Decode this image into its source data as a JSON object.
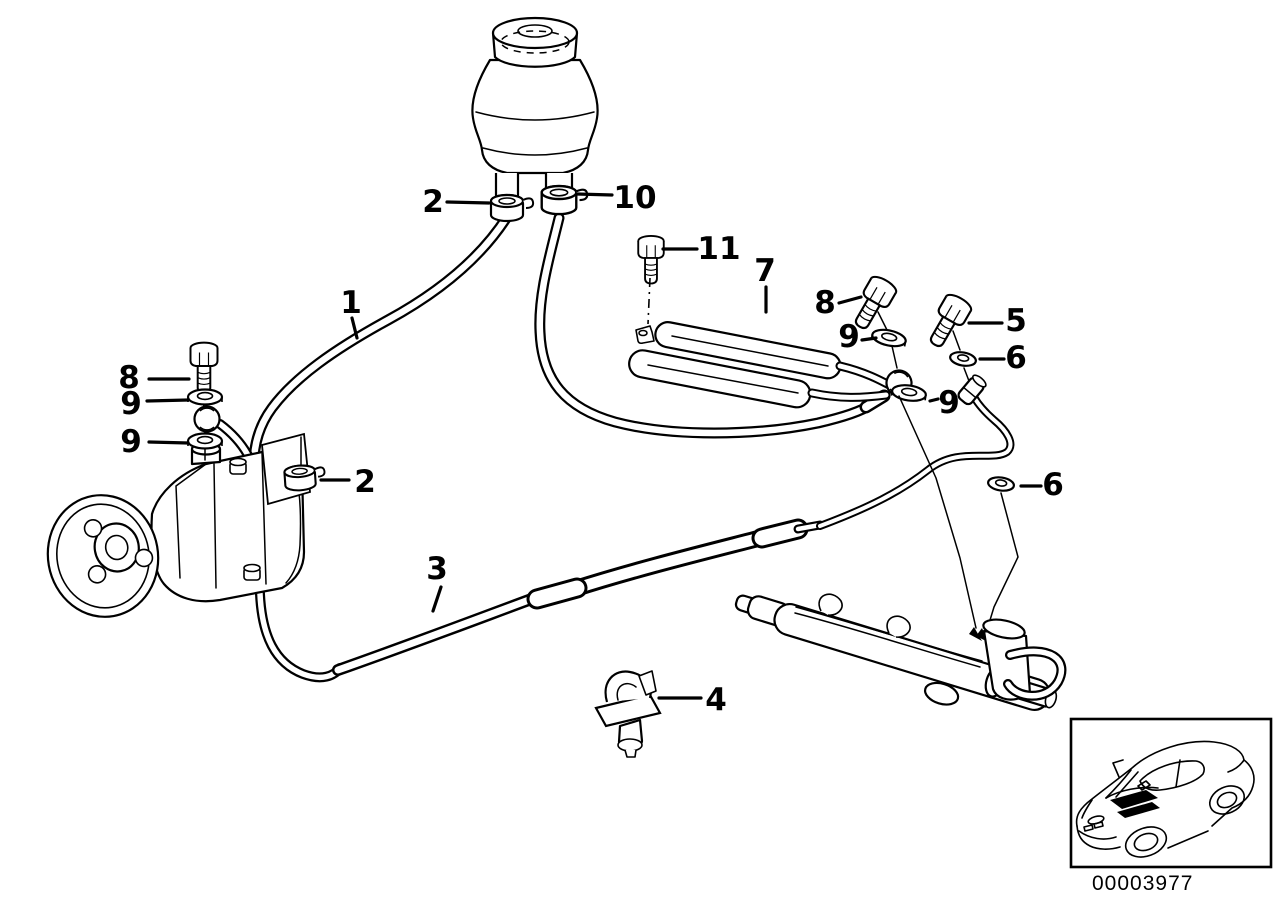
{
  "figure": {
    "code": "00003977"
  },
  "callouts": [
    {
      "label": "1"
    },
    {
      "label": "2"
    },
    {
      "label": "10"
    },
    {
      "label": "11"
    },
    {
      "label": "7"
    },
    {
      "label": "8"
    },
    {
      "label": "9"
    },
    {
      "label": "5"
    },
    {
      "label": "6"
    },
    {
      "label": "9"
    },
    {
      "label": "6"
    },
    {
      "label": "8"
    },
    {
      "label": "9"
    },
    {
      "label": "9"
    },
    {
      "label": "2"
    },
    {
      "label": "3"
    },
    {
      "label": "4"
    }
  ]
}
